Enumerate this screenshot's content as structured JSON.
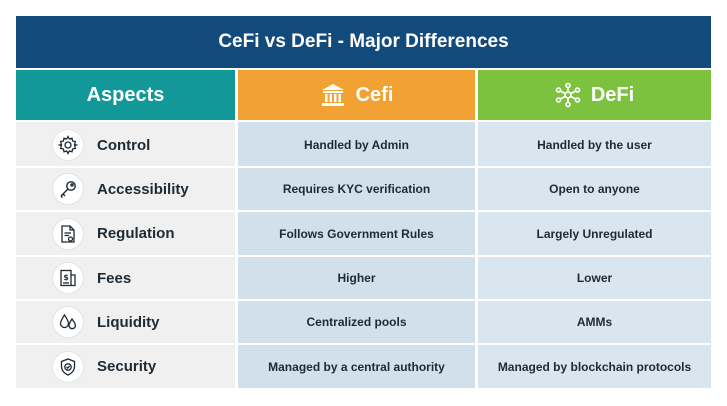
{
  "title": "CeFi vs DeFi - Major Differences",
  "headers": {
    "aspects": "Aspects",
    "cefi": "Cefi",
    "defi": "DeFi"
  },
  "header_icons": {
    "cefi": "bank-icon",
    "defi": "network-icon"
  },
  "colors": {
    "title_bg": "#134a7c",
    "aspects_bg": "#13989a",
    "cefi_bg": "#f2a233",
    "defi_bg": "#7dc23f"
  },
  "rows": [
    {
      "aspect": "Control",
      "icon": "gear-icon",
      "cefi": "Handled by Admin",
      "defi": "Handled by the user"
    },
    {
      "aspect": "Accessibility",
      "icon": "key-icon",
      "cefi": "Requires KYC verification",
      "defi": "Open to anyone"
    },
    {
      "aspect": "Regulation",
      "icon": "document-icon",
      "cefi": "Follows Government Rules",
      "defi": "Largely Unregulated"
    },
    {
      "aspect": "Fees",
      "icon": "fee-receipt-icon",
      "cefi": "Higher",
      "defi": "Lower"
    },
    {
      "aspect": "Liquidity",
      "icon": "liquidity-drops-icon",
      "cefi": "Centralized pools",
      "defi": "AMMs"
    },
    {
      "aspect": "Security",
      "icon": "shield-icon",
      "cefi": "Managed by a central authority",
      "defi": "Managed by blockchain protocols"
    }
  ]
}
